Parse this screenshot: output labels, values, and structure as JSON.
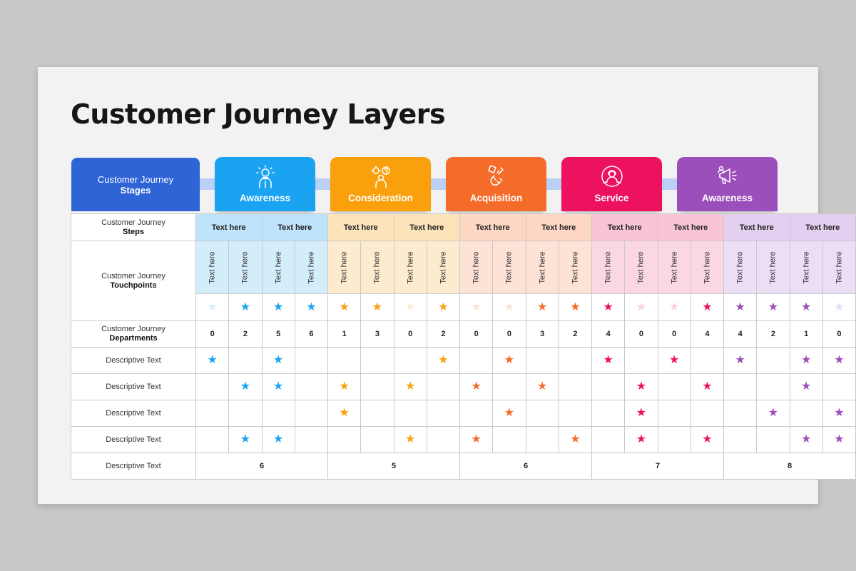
{
  "title": "Customer Journey Layers",
  "stages_label": {
    "line1": "Customer Journey",
    "line2": "Stages"
  },
  "stages": [
    {
      "name": "Awareness",
      "color": "#1aa3f0",
      "icon": "idea-person-icon"
    },
    {
      "name": "Consideration",
      "color": "#f9a00c",
      "icon": "thinking-person-icon"
    },
    {
      "name": "Acquisition",
      "color": "#f56c2a",
      "icon": "magnet-icon"
    },
    {
      "name": "Service",
      "color": "#ec1260",
      "icon": "support-person-icon"
    },
    {
      "name": "Awareness",
      "color": "#9b4fbb",
      "icon": "megaphone-icon"
    }
  ],
  "rows": {
    "steps": {
      "line1": "Customer Journey",
      "line2": "Steps"
    },
    "touchpoints": {
      "line1": "Customer Journey",
      "line2": "Touchpoints"
    },
    "departments": {
      "line1": "Customer Journey",
      "line2": "Departments"
    },
    "descriptive": [
      "Descriptive Text",
      "Descriptive Text",
      "Descriptive Text",
      "Descriptive Text",
      "Descriptive Text"
    ]
  },
  "step_labels": [
    "Text here",
    "Text here",
    "Text here",
    "Text here",
    "Text here",
    "Text here",
    "Text here",
    "Text here",
    "Text here",
    "Text here"
  ],
  "touchpoint_labels": [
    "Text here",
    "Text here",
    "Text here",
    "Text here",
    "Text here",
    "Text here",
    "Text here",
    "Text here",
    "Text here",
    "Text here",
    "Text here",
    "Text here",
    "Text here",
    "Text here",
    "Text here",
    "Text here",
    "Text here",
    "Text here",
    "Text here",
    "Text here"
  ],
  "rating_stars": [
    0,
    1,
    1,
    1,
    1,
    1,
    0,
    1,
    0,
    0,
    1,
    1,
    1,
    0,
    0,
    1,
    1,
    1,
    1,
    0
  ],
  "department_counts": [
    "0",
    "2",
    "5",
    "6",
    "1",
    "3",
    "0",
    "2",
    "0",
    "0",
    "3",
    "2",
    "4",
    "0",
    "0",
    "4",
    "4",
    "2",
    "1",
    "0"
  ],
  "descriptive_marks": [
    [
      1,
      0,
      1,
      0,
      0,
      0,
      0,
      1,
      0,
      1,
      0,
      0,
      1,
      0,
      1,
      0,
      1,
      0,
      1,
      1
    ],
    [
      0,
      1,
      1,
      0,
      1,
      0,
      1,
      0,
      1,
      0,
      1,
      0,
      0,
      1,
      0,
      1,
      0,
      0,
      1,
      0
    ],
    [
      0,
      0,
      0,
      0,
      1,
      0,
      0,
      0,
      0,
      1,
      0,
      0,
      0,
      1,
      0,
      0,
      0,
      1,
      0,
      1
    ],
    [
      0,
      1,
      1,
      0,
      0,
      0,
      1,
      0,
      1,
      0,
      0,
      1,
      0,
      1,
      0,
      1,
      0,
      0,
      1,
      1
    ]
  ],
  "totals": [
    "6",
    "5",
    "6",
    "7",
    "8"
  ],
  "star_glyph": "★",
  "colors": {
    "stage_blue": "#2f64d6",
    "connector": "#bcd0f5",
    "star": [
      "#1aa3f0",
      "#f9a00c",
      "#f56c2a",
      "#ec1260",
      "#9b4fbb"
    ],
    "star_faded": [
      "#d3ecfb",
      "#fde9cc",
      "#fde0d2",
      "#fbd3e1",
      "#eadbf2"
    ],
    "step_bg": [
      "#bfe3fa",
      "#fde3ba",
      "#fdd6c4",
      "#f9c4d6",
      "#e3cff0"
    ],
    "touch_bg": [
      "#d4edfb",
      "#fdebcf",
      "#fde2d6",
      "#fbd7e3",
      "#ecdff5"
    ]
  }
}
